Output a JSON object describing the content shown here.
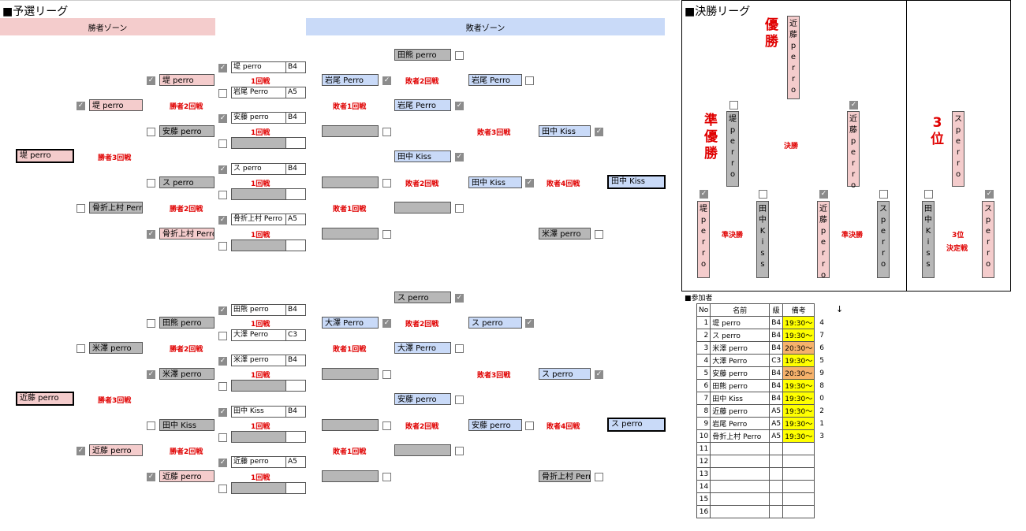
{
  "prelim": {
    "title": "■予選リーグ",
    "winner_zone": "勝者ゾーン",
    "loser_zone": "敗者ゾーン"
  },
  "final": {
    "title": "■決勝リーグ"
  },
  "colors": {
    "winner": "#f4cccc",
    "loser": "#c9daf8",
    "gray": "#b7b7b7",
    "accent": "#e00000",
    "highlight_yellow": "#ffff00",
    "highlight_orange": "#f6b26b"
  },
  "labels": {
    "r1": "1回戦",
    "w2": "勝者2回戦",
    "w3": "勝者3回戦",
    "l1": "敗者1回戦",
    "l2": "敗者2回戦",
    "l3": "敗者3回戦",
    "l4": "敗者4回戦"
  },
  "bracketA": {
    "seeds": [
      {
        "name": "堤 perro",
        "grade": "B4",
        "checked": true
      },
      {
        "name": "岩尾 Perro",
        "grade": "A5",
        "checked": false
      },
      {
        "name": "安藤 perro",
        "grade": "B4",
        "checked": true
      },
      {
        "name": "",
        "grade": "",
        "checked": false
      },
      {
        "name": "ス perro",
        "grade": "B4",
        "checked": true
      },
      {
        "name": "",
        "grade": "",
        "checked": false
      },
      {
        "name": "骨折上村 Perro",
        "grade": "A5",
        "checked": true
      },
      {
        "name": "",
        "grade": "",
        "checked": false
      }
    ],
    "r2": [
      {
        "name": "堤 perro",
        "checked": true
      },
      {
        "name": "安藤 perro",
        "checked": false
      },
      {
        "name": "ス perro",
        "checked": false
      },
      {
        "name": "骨折上村 Perro",
        "checked": true
      }
    ],
    "r3": [
      {
        "name": "堤 perro",
        "checked": true
      },
      {
        "name": "骨折上村 Perro",
        "checked": false
      }
    ],
    "champ": "堤 perro",
    "l1": [
      {
        "name": "岩尾 Perro",
        "checked": true
      },
      {
        "name": "",
        "checked": false
      },
      {
        "name": "",
        "checked": false
      },
      {
        "name": "",
        "checked": false
      }
    ],
    "l1_top": {
      "name": "田熊 perro",
      "checked": false
    },
    "l2": [
      {
        "name": "岩尾 Perro",
        "checked": true
      },
      {
        "name": "田中 Kiss",
        "checked": true
      },
      {
        "name": "",
        "checked": false
      },
      {
        "name": "",
        "checked": false
      }
    ],
    "l3": [
      {
        "name": "岩尾 Perro",
        "checked": false
      },
      {
        "name": "田中 Kiss",
        "checked": true
      }
    ],
    "l3b": [
      {
        "name": "田中 Kiss",
        "checked": true
      },
      {
        "name": "米澤 perro",
        "checked": false
      }
    ],
    "lchamp": "田中 Kiss"
  },
  "bracketB": {
    "seeds": [
      {
        "name": "田熊 perro",
        "grade": "B4",
        "checked": true
      },
      {
        "name": "大澤 Perro",
        "grade": "C3",
        "checked": false
      },
      {
        "name": "米澤 perro",
        "grade": "B4",
        "checked": true
      },
      {
        "name": "",
        "grade": "",
        "checked": false
      },
      {
        "name": "田中 Kiss",
        "grade": "B4",
        "checked": true
      },
      {
        "name": "",
        "grade": "",
        "checked": false
      },
      {
        "name": "近藤 perro",
        "grade": "A5",
        "checked": true
      },
      {
        "name": "",
        "grade": "",
        "checked": false
      }
    ],
    "r2": [
      {
        "name": "田熊 perro",
        "checked": false
      },
      {
        "name": "米澤 perro",
        "checked": true
      },
      {
        "name": "田中 Kiss",
        "checked": false
      },
      {
        "name": "近藤 perro",
        "checked": true
      }
    ],
    "r3": [
      {
        "name": "米澤 perro",
        "checked": false
      },
      {
        "name": "近藤 perro",
        "checked": true
      }
    ],
    "champ": "近藤 perro",
    "l1": [
      {
        "name": "大澤 Perro",
        "checked": true
      },
      {
        "name": "",
        "checked": false
      },
      {
        "name": "",
        "checked": false
      },
      {
        "name": "",
        "checked": false
      }
    ],
    "l1_top": {
      "name": "ス perro",
      "checked": true
    },
    "l2": [
      {
        "name": "大澤 Perro",
        "checked": false
      },
      {
        "name": "安藤 perro",
        "checked": false
      },
      {
        "name": "",
        "checked": false
      },
      {
        "name": "",
        "checked": false
      }
    ],
    "l3": [
      {
        "name": "ス perro",
        "checked": true
      },
      {
        "name": "安藤 perro",
        "checked": false
      }
    ],
    "l3b": [
      {
        "name": "ス perro",
        "checked": true
      },
      {
        "name": "骨折上村 Perro",
        "checked": false
      }
    ],
    "lchamp": "ス perro"
  },
  "finals": {
    "champion_label": "優勝",
    "runner_up_label": "準優勝",
    "third_label": "3位",
    "final_label": "決勝",
    "semi_label": "準決勝",
    "third_match_label": "3位決定戦",
    "champion": "近藤 perro",
    "final_left": "堤 perro",
    "final_right": "近藤 perro",
    "third_winner": "ス perro",
    "semis": [
      "堤 perro",
      "田中 Kiss",
      "近藤 perro",
      "ス perro"
    ],
    "third_pair": [
      "田中 Kiss",
      "ス perro"
    ]
  },
  "participants": {
    "title": "■参加者",
    "arrow": "↓",
    "headers": [
      "No",
      "名前",
      "級",
      "備考"
    ],
    "rows": [
      {
        "no": "1",
        "name": "堤 perro",
        "grade": "B4",
        "note": "19:30～",
        "extra": "4",
        "hl": "y"
      },
      {
        "no": "2",
        "name": "ス perro",
        "grade": "B4",
        "note": "19:30～",
        "extra": "7",
        "hl": "y"
      },
      {
        "no": "3",
        "name": "米澤 perro",
        "grade": "B4",
        "note": "20:30～",
        "extra": "6",
        "hl": "o"
      },
      {
        "no": "4",
        "name": "大澤 Perro",
        "grade": "C3",
        "note": "19:30～",
        "extra": "5",
        "hl": "y"
      },
      {
        "no": "5",
        "name": "安藤 perro",
        "grade": "B4",
        "note": "20:30～",
        "extra": "9",
        "hl": "o"
      },
      {
        "no": "6",
        "name": "田熊 perro",
        "grade": "B4",
        "note": "19:30～",
        "extra": "8",
        "hl": "y"
      },
      {
        "no": "7",
        "name": "田中 Kiss",
        "grade": "B4",
        "note": "19:30～",
        "extra": "0",
        "hl": "y"
      },
      {
        "no": "8",
        "name": "近藤 perro",
        "grade": "A5",
        "note": "19:30～",
        "extra": "2",
        "hl": "y"
      },
      {
        "no": "9",
        "name": "岩尾 Perro",
        "grade": "A5",
        "note": "19:30～",
        "extra": "1",
        "hl": "y"
      },
      {
        "no": "10",
        "name": "骨折上村 Perro",
        "grade": "A5",
        "note": "19:30～",
        "extra": "3",
        "hl": "y"
      },
      {
        "no": "11",
        "name": "",
        "grade": "",
        "note": "",
        "extra": "",
        "hl": ""
      },
      {
        "no": "12",
        "name": "",
        "grade": "",
        "note": "",
        "extra": "",
        "hl": ""
      },
      {
        "no": "13",
        "name": "",
        "grade": "",
        "note": "",
        "extra": "",
        "hl": ""
      },
      {
        "no": "14",
        "name": "",
        "grade": "",
        "note": "",
        "extra": "",
        "hl": ""
      },
      {
        "no": "15",
        "name": "",
        "grade": "",
        "note": "",
        "extra": "",
        "hl": ""
      },
      {
        "no": "16",
        "name": "",
        "grade": "",
        "note": "",
        "extra": "",
        "hl": ""
      }
    ]
  }
}
